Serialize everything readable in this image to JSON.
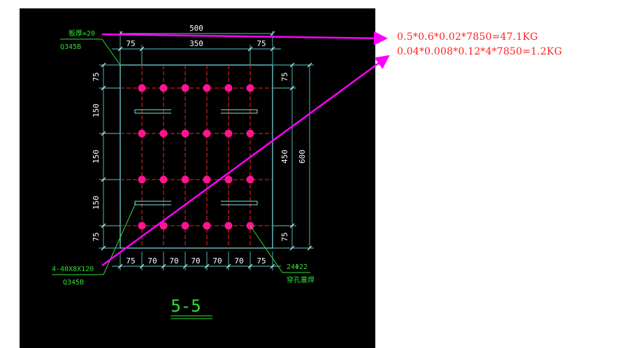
{
  "colors": {
    "background": "#ffffff",
    "canvas": "#000000",
    "outline": "#7fe6e6",
    "dimension": "#59c9c9",
    "grid": "#ff2020",
    "bolt": "#ff1493",
    "annotation": "#33dd33",
    "arrow": "#ff00ff",
    "text": "#ffffff",
    "result": "#ff2020"
  },
  "drawing": {
    "top_dims": {
      "total": "500",
      "left": "75",
      "middle": "350",
      "right": "75"
    },
    "left_dims": [
      "75",
      "150",
      "150",
      "150",
      "75"
    ],
    "right_dims": {
      "top": "75",
      "middle": "450",
      "bottom": "75",
      "total": "600"
    },
    "bottom_dims": [
      "75",
      "70",
      "70",
      "70",
      "70",
      "70",
      "75"
    ],
    "plate_label": {
      "thickness": "板厚=20",
      "material": "Q345B"
    },
    "stiffener_label": {
      "spec": "4-40X8X120",
      "material": "Q345B"
    },
    "bolt_label": {
      "count": "24Φ22",
      "note": "穿孔塞焊"
    },
    "section_title": "5-5"
  },
  "calculations": [
    "0.5*0.6*0.02*7850=47.1KG",
    "0.04*0.008*0.12*4*7850=1.2KG"
  ]
}
